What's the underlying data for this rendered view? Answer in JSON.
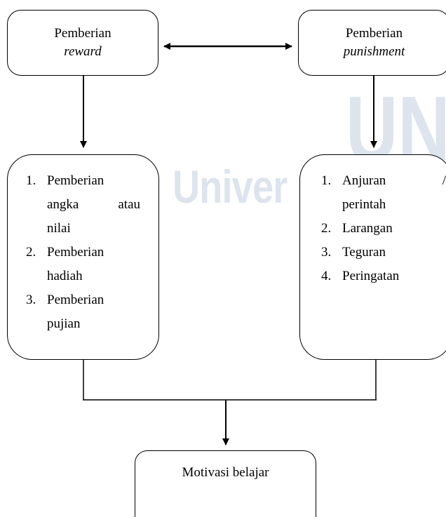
{
  "watermark": {
    "text": "Univer",
    "large_text": "UN"
  },
  "boxes": {
    "reward": {
      "line1": "Pemberian",
      "line2": "reward"
    },
    "punishment": {
      "line1": "Pemberian",
      "line2": "punishment"
    },
    "reward_list": {
      "items": [
        {
          "num": "1.",
          "lines": [
            "Pemberian",
            "angka atau",
            "nilai"
          ]
        },
        {
          "num": "2.",
          "lines": [
            "Pemberian",
            "hadiah"
          ]
        },
        {
          "num": "3.",
          "lines": [
            "Pemberian",
            "pujian"
          ]
        }
      ]
    },
    "punishment_list": {
      "items": [
        {
          "num": "1.",
          "lines": [
            "Anjuran /",
            "perintah"
          ]
        },
        {
          "num": "2.",
          "lines": [
            "Larangan"
          ]
        },
        {
          "num": "3.",
          "lines": [
            "Teguran"
          ]
        },
        {
          "num": "4.",
          "lines": [
            "Peringatan"
          ]
        }
      ]
    },
    "outcome": {
      "label": "Motivasi belajar"
    }
  }
}
